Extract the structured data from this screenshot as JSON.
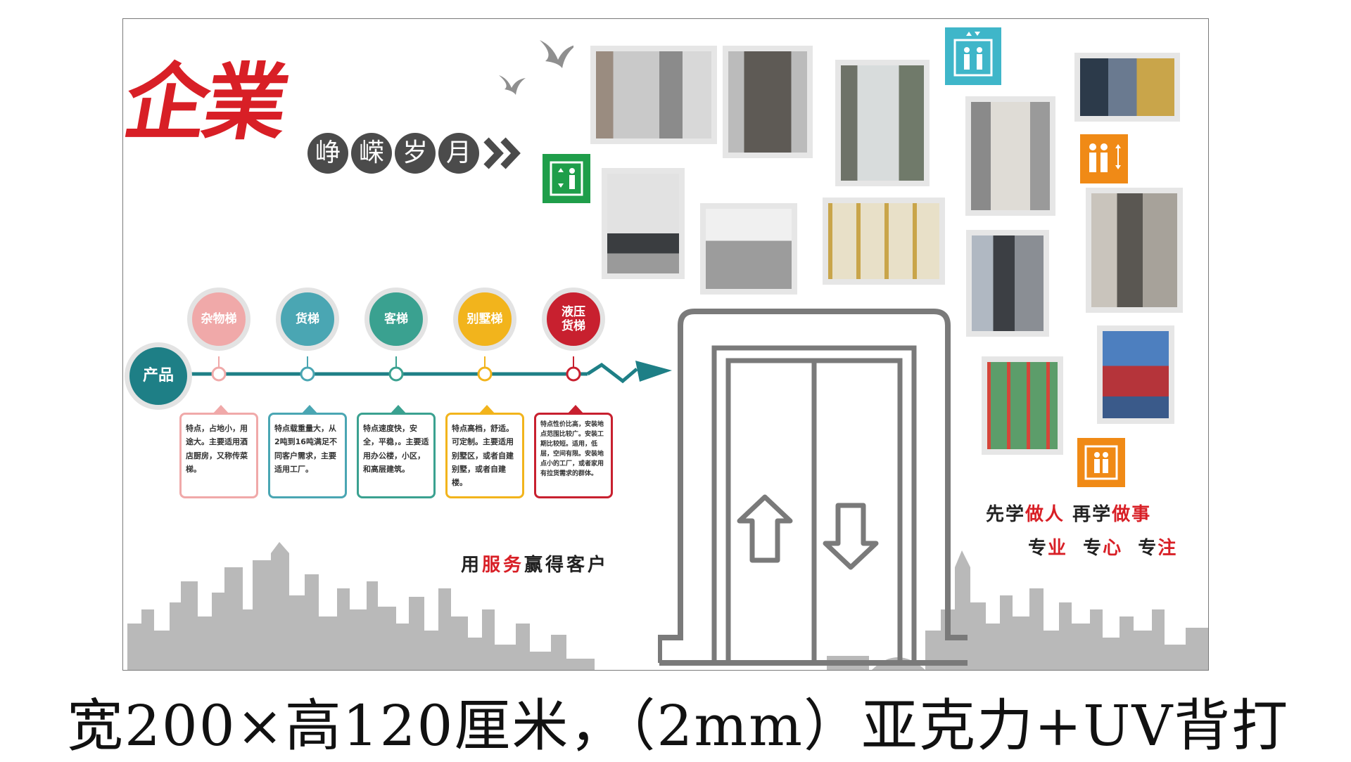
{
  "title": {
    "main": "企業",
    "sub": [
      "峥",
      "嵘",
      "岁",
      "月"
    ]
  },
  "timeline": {
    "start_label": "产品",
    "products": [
      {
        "name": "杂物梯",
        "color": "#f0a9a9",
        "desc": "特点，占地小，用途大。主要适用酒店厨房，又称传菜梯。"
      },
      {
        "name": "货梯",
        "color": "#4aa6b3",
        "desc": "特点载重量大，从2吨到16吨满足不同客户需求，主要适用工厂。"
      },
      {
        "name": "客梯",
        "color": "#3aa190",
        "desc": "特点速度快，安全，平稳，。主要适用办公楼，小区，和高层建筑。"
      },
      {
        "name": "别墅梯",
        "color": "#f2b41c",
        "desc": "特点高档，舒适。可定制。主要适用别墅区，或者自建别墅，或者自建楼。"
      },
      {
        "name": "液压货梯",
        "color": "#c8202f",
        "desc": "特点性价比高，安装地点范围比较广。安装工期比较短。适用，低层，空间有限。安装地点小的工厂，或者家用有拉货需求的群体。"
      }
    ]
  },
  "slogans": {
    "service_pre": "用",
    "service_red": "服务",
    "service_post": "赢得客户",
    "line1_a": "先学",
    "line1_b": "做人",
    "line1_c": "再学",
    "line1_d": "做事",
    "line2": [
      {
        "a": "专",
        "b": "业"
      },
      {
        "a": "专",
        "b": "心"
      },
      {
        "a": "专",
        "b": "注"
      }
    ]
  },
  "caption": "宽200×高120厘米，（2mm）亚克力+UV背打",
  "icons": [
    "bird-icon",
    "chevron-right-icon",
    "elevator-sign-icon",
    "up-arrow-icon",
    "down-arrow-icon",
    "skyline-icon"
  ],
  "colors": {
    "brand_red": "#d81f26",
    "teal_line": "#1e7f86",
    "sign_blue": "#3fb6c9",
    "sign_green": "#1f9e4a",
    "sign_orange": "#f08a16"
  }
}
